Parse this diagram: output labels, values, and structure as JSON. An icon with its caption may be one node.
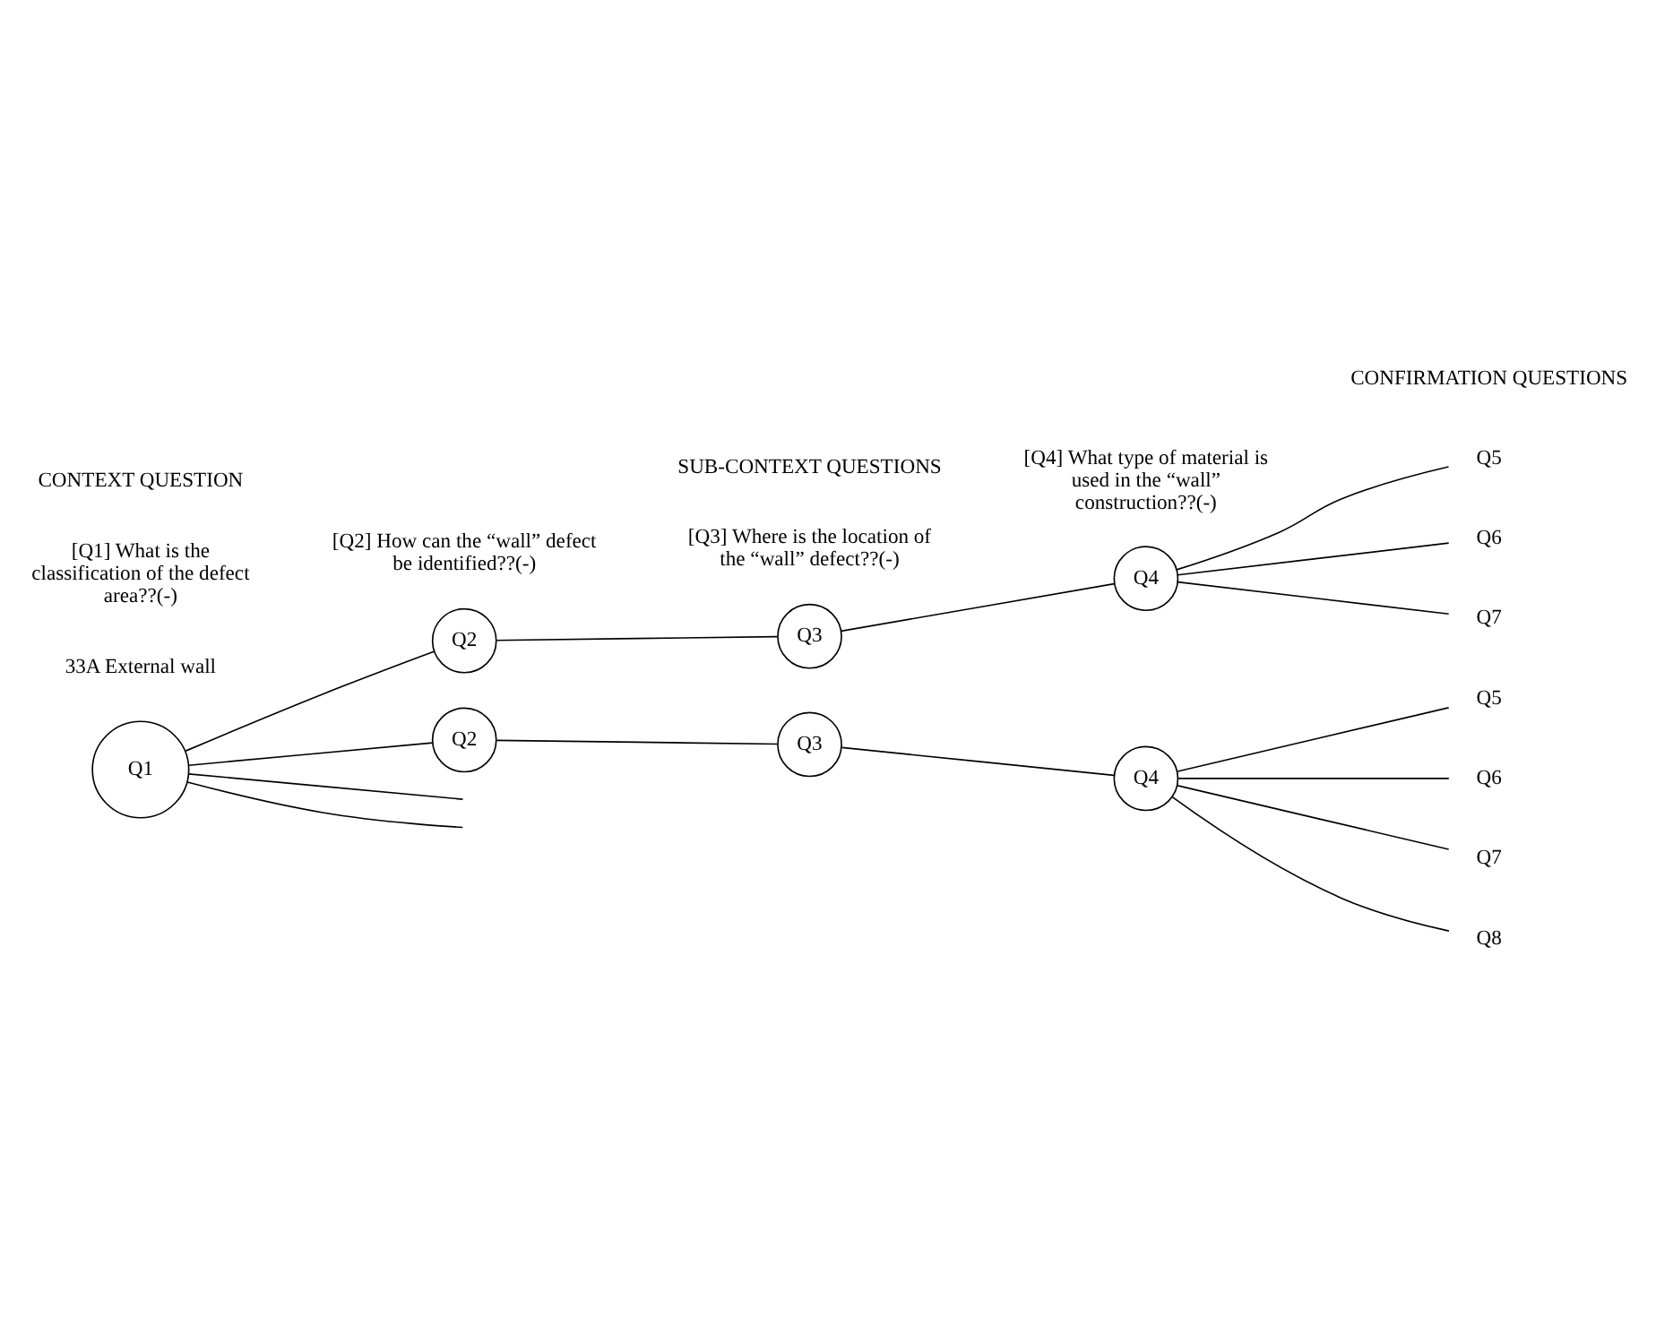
{
  "diagram": {
    "nodes": [
      {
        "text": [
          "Q1"
        ]
      },
      {
        "text": [
          "Q2"
        ]
      },
      {
        "text": [
          "Q3"
        ]
      },
      {
        "text": [
          "Q4"
        ]
      },
      {
        "text": [
          "Q5"
        ]
      },
      {
        "text": [
          "Q6"
        ]
      },
      {
        "text": [
          "Q7"
        ]
      },
      {
        "text": [
          "Q2"
        ]
      },
      {
        "text": [
          "Q3"
        ]
      },
      {
        "text": [
          "Q4"
        ]
      },
      {
        "text": [
          "Q5"
        ]
      },
      {
        "text": [
          "Q6"
        ]
      },
      {
        "text": [
          "Q7"
        ]
      },
      {
        "text": [
          "Q8"
        ]
      }
    ],
    "edges": [
      {
        "from": 0,
        "to": 1,
        "arrow": "none"
      },
      {
        "from": 0,
        "to": 7,
        "arrow": "none"
      },
      {
        "from": 0,
        "to": null,
        "arrow": "none"
      },
      {
        "from": 0,
        "to": null,
        "arrow": "none"
      },
      {
        "from": 1,
        "to": 2,
        "arrow": "none"
      },
      {
        "from": 2,
        "to": 3,
        "arrow": "none"
      },
      {
        "from": 3,
        "to": 4,
        "arrow": "none"
      },
      {
        "from": 3,
        "to": 5,
        "arrow": "none"
      },
      {
        "from": 3,
        "to": 6,
        "arrow": "none"
      },
      {
        "from": 7,
        "to": 8,
        "arrow": "none"
      },
      {
        "from": 8,
        "to": 9,
        "arrow": "none"
      },
      {
        "from": 9,
        "to": 10,
        "arrow": "none"
      },
      {
        "from": 9,
        "to": 11,
        "arrow": "none"
      },
      {
        "from": 9,
        "to": 12,
        "arrow": "none"
      },
      {
        "from": 9,
        "to": 13,
        "arrow": "none"
      }
    ],
    "labels": [
      "[Q2] How can the “wall” defect be identified??(-)",
      "[Q4] What type of material is used in the “wall” construction??(-)",
      "33A External wall",
      "[Q3] Where is the location of the “wall” defect??(-)",
      "[Q1] What is the classification of the defect area??(-)",
      "CONTEXT QUESTION",
      "SUB-CONTEXT QUESTIONS",
      "CONFIRMATION QUESTIONS"
    ]
  }
}
